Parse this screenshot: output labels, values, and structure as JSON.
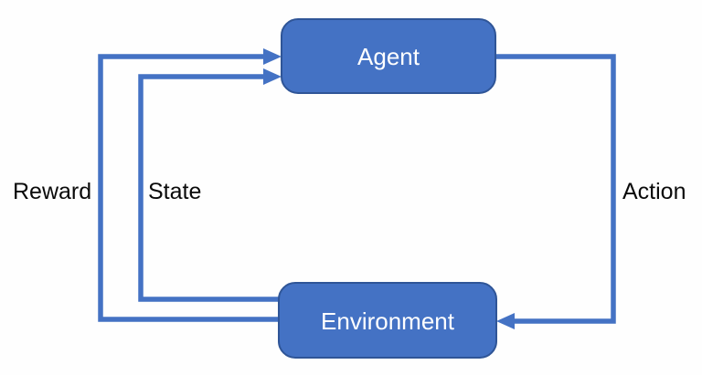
{
  "diagram": {
    "type": "flow-loop",
    "description": "Reinforcement learning agent-environment interaction loop",
    "nodes": [
      {
        "id": "agent",
        "label": "Agent"
      },
      {
        "id": "environment",
        "label": "Environment"
      }
    ],
    "edges": [
      {
        "id": "reward",
        "label": "Reward",
        "from": "environment",
        "to": "agent"
      },
      {
        "id": "state",
        "label": "State",
        "from": "environment",
        "to": "agent"
      },
      {
        "id": "action",
        "label": "Action",
        "from": "agent",
        "to": "environment"
      }
    ]
  },
  "colors": {
    "background": "#FEFEFE",
    "node_fill": "#4472C4",
    "node_border": "#2F5597",
    "node_text": "#FFFFFF",
    "edge": "#4472C4",
    "label_text": "#0A0A0A"
  }
}
